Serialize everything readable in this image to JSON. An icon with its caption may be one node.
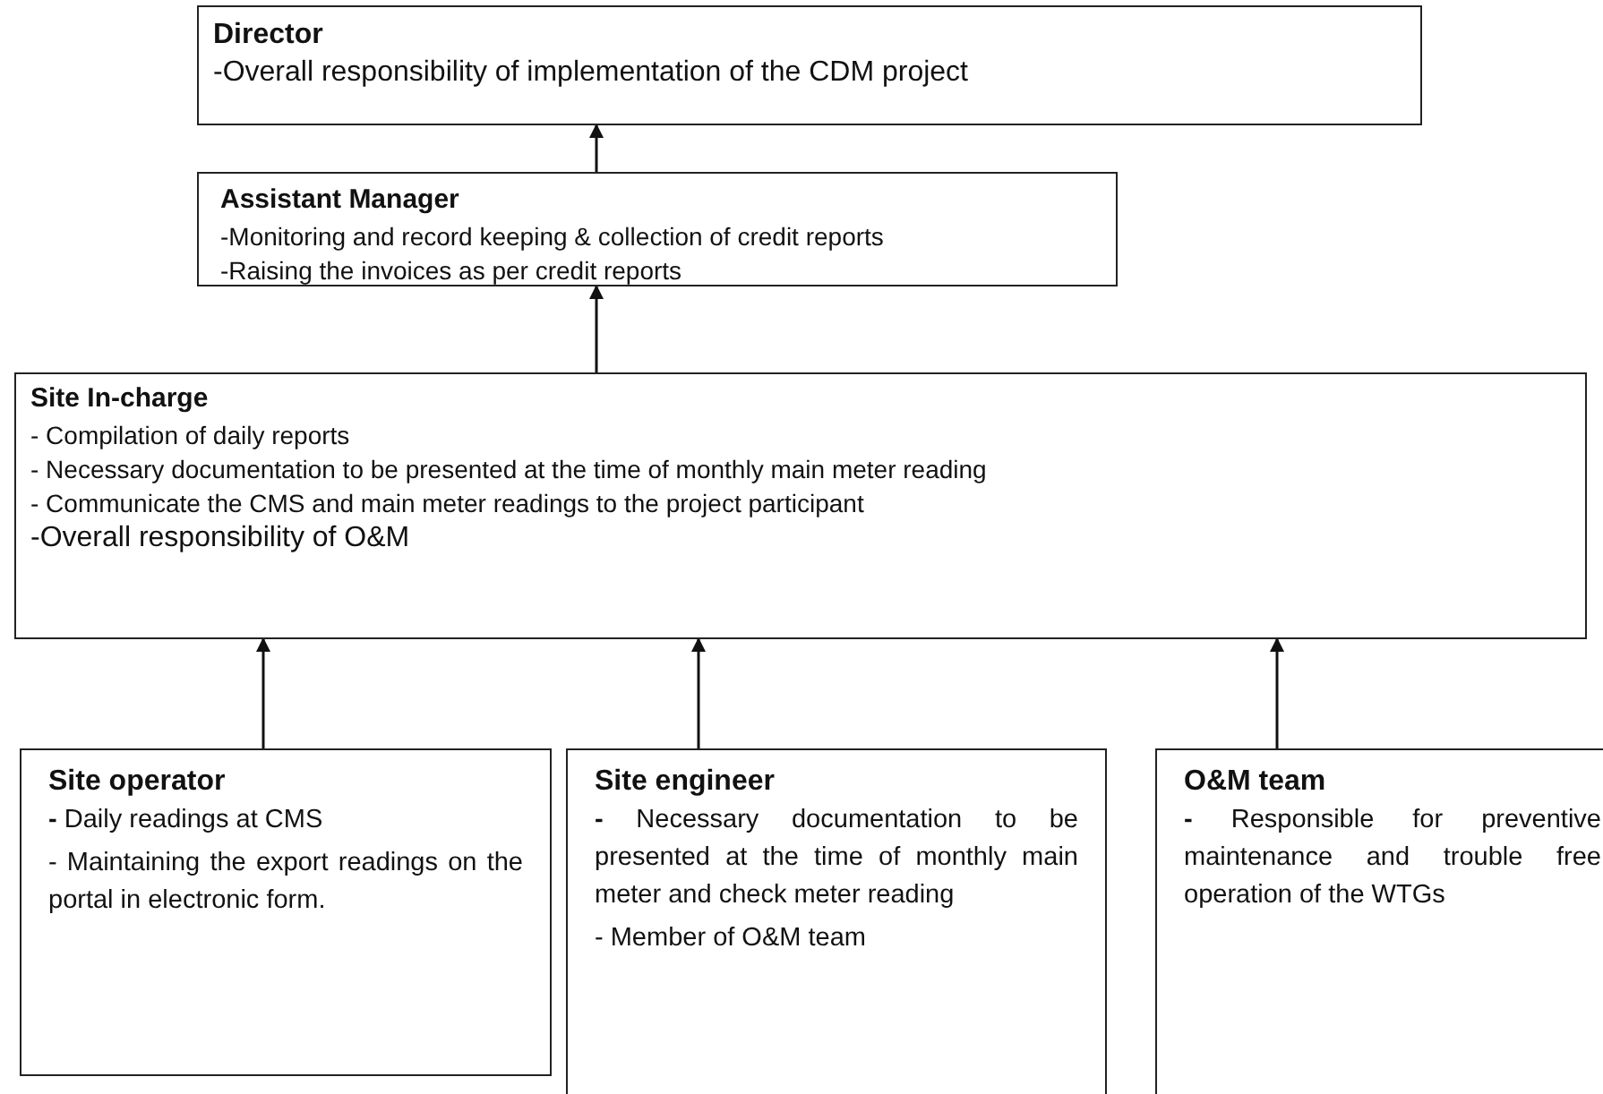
{
  "diagram": {
    "nodes": [
      {
        "text": [
          "Director",
          "-Overall responsibility of implementation of the CDM project"
        ]
      },
      {
        "text": [
          "Assistant Manager",
          "-Monitoring and record keeping & collection of credit reports",
          "-Raising the invoices as per credit reports"
        ]
      },
      {
        "text": [
          "Site In-charge",
          "- Compilation of daily reports",
          "- Necessary documentation to be presented at the time of monthly main meter reading",
          "- Communicate the CMS and main meter readings to the project participant",
          "-Overall responsibility of O&M"
        ]
      },
      {
        "text": [
          "Site operator",
          "**-** Daily readings at CMS",
          "- Maintaining the export readings on the portal in electronic form."
        ]
      },
      {
        "text": [
          "Site engineer",
          "**-** Necessary documentation to be presented at the time of monthly main meter and check meter reading",
          "- Member of O&M team"
        ]
      },
      {
        "text": [
          "O&M team",
          "**-** Responsible for preventive maintenance and trouble free operation of the WTGs"
        ]
      }
    ],
    "edges": [
      {
        "from": 1,
        "to": 0,
        "arrow": "to"
      },
      {
        "from": 2,
        "to": 1,
        "arrow": "to"
      },
      {
        "from": 3,
        "to": 2,
        "arrow": "to"
      },
      {
        "from": 4,
        "to": 2,
        "arrow": "to"
      },
      {
        "from": 5,
        "to": 2,
        "arrow": "to"
      }
    ]
  }
}
